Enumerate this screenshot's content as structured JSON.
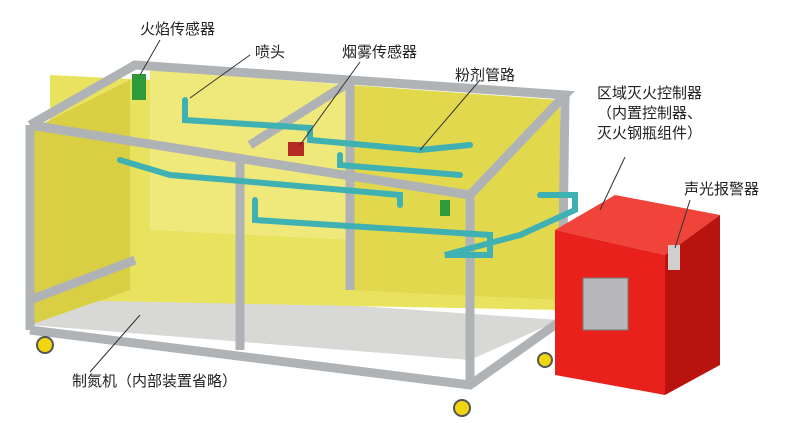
{
  "labels": {
    "flame_sensor": "火焰传感器",
    "nozzle": "喷头",
    "smoke_sensor": "烟雾传感器",
    "powder_pipe": "粉剂管路",
    "controller_line1": "区域灭火控制器",
    "controller_line2": "（内置控制器、",
    "controller_line3": "灭火钢瓶组件）",
    "alarm": "声光报警器",
    "nitrogen_generator": "制氮机（内部装置省略）"
  },
  "colors": {
    "frame": "#b9bcbe",
    "panel": "#e8e05a",
    "pipe": "#3fb1b3",
    "cabinet": "#e8211c",
    "sensor": "#2e9a3a"
  }
}
